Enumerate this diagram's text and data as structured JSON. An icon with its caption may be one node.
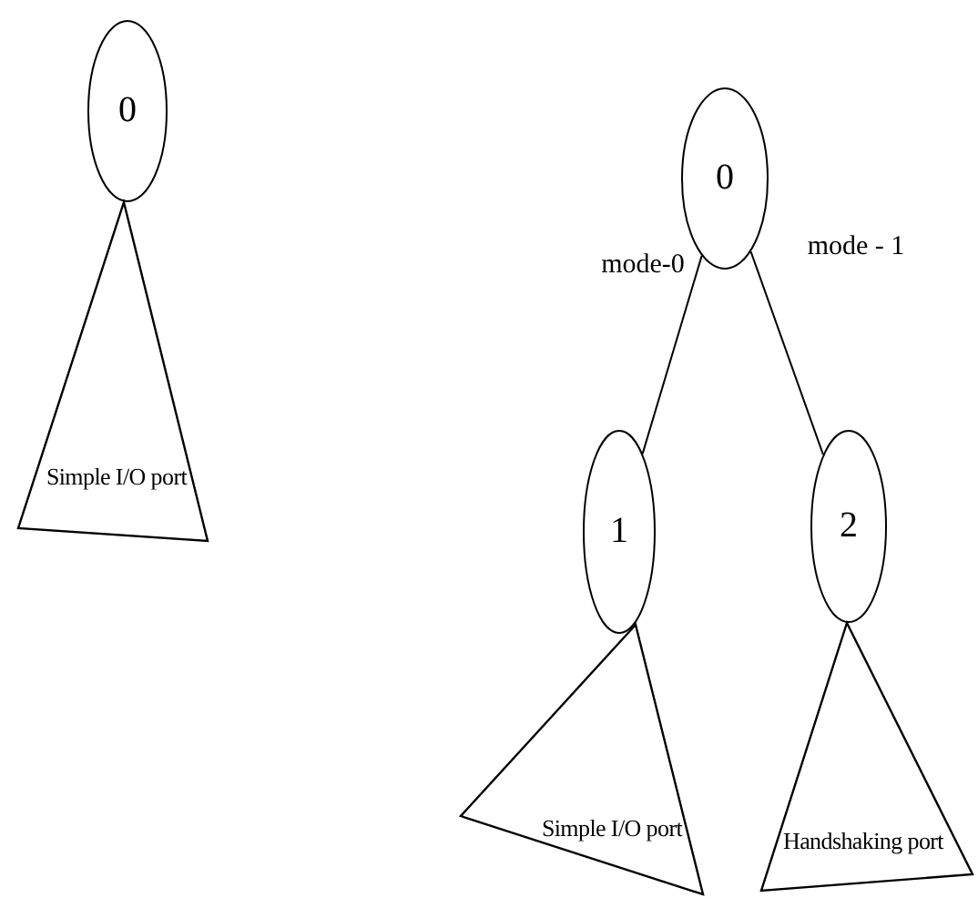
{
  "diagram": {
    "nodes": [
      {
        "text": [
          "0"
        ]
      },
      {
        "text": [
          "Simple I/O port"
        ]
      },
      {
        "text": [
          "0"
        ]
      },
      {
        "text": [
          "1"
        ]
      },
      {
        "text": [
          "2"
        ]
      },
      {
        "text": [
          "Simple I/O port"
        ]
      },
      {
        "text": [
          "Handshaking port"
        ]
      }
    ],
    "edges": [
      {
        "from": 2,
        "to": 3,
        "arrow": "none",
        "label": "mode-0"
      },
      {
        "from": 2,
        "to": 4,
        "arrow": "none",
        "label": "mode - 1"
      }
    ]
  }
}
